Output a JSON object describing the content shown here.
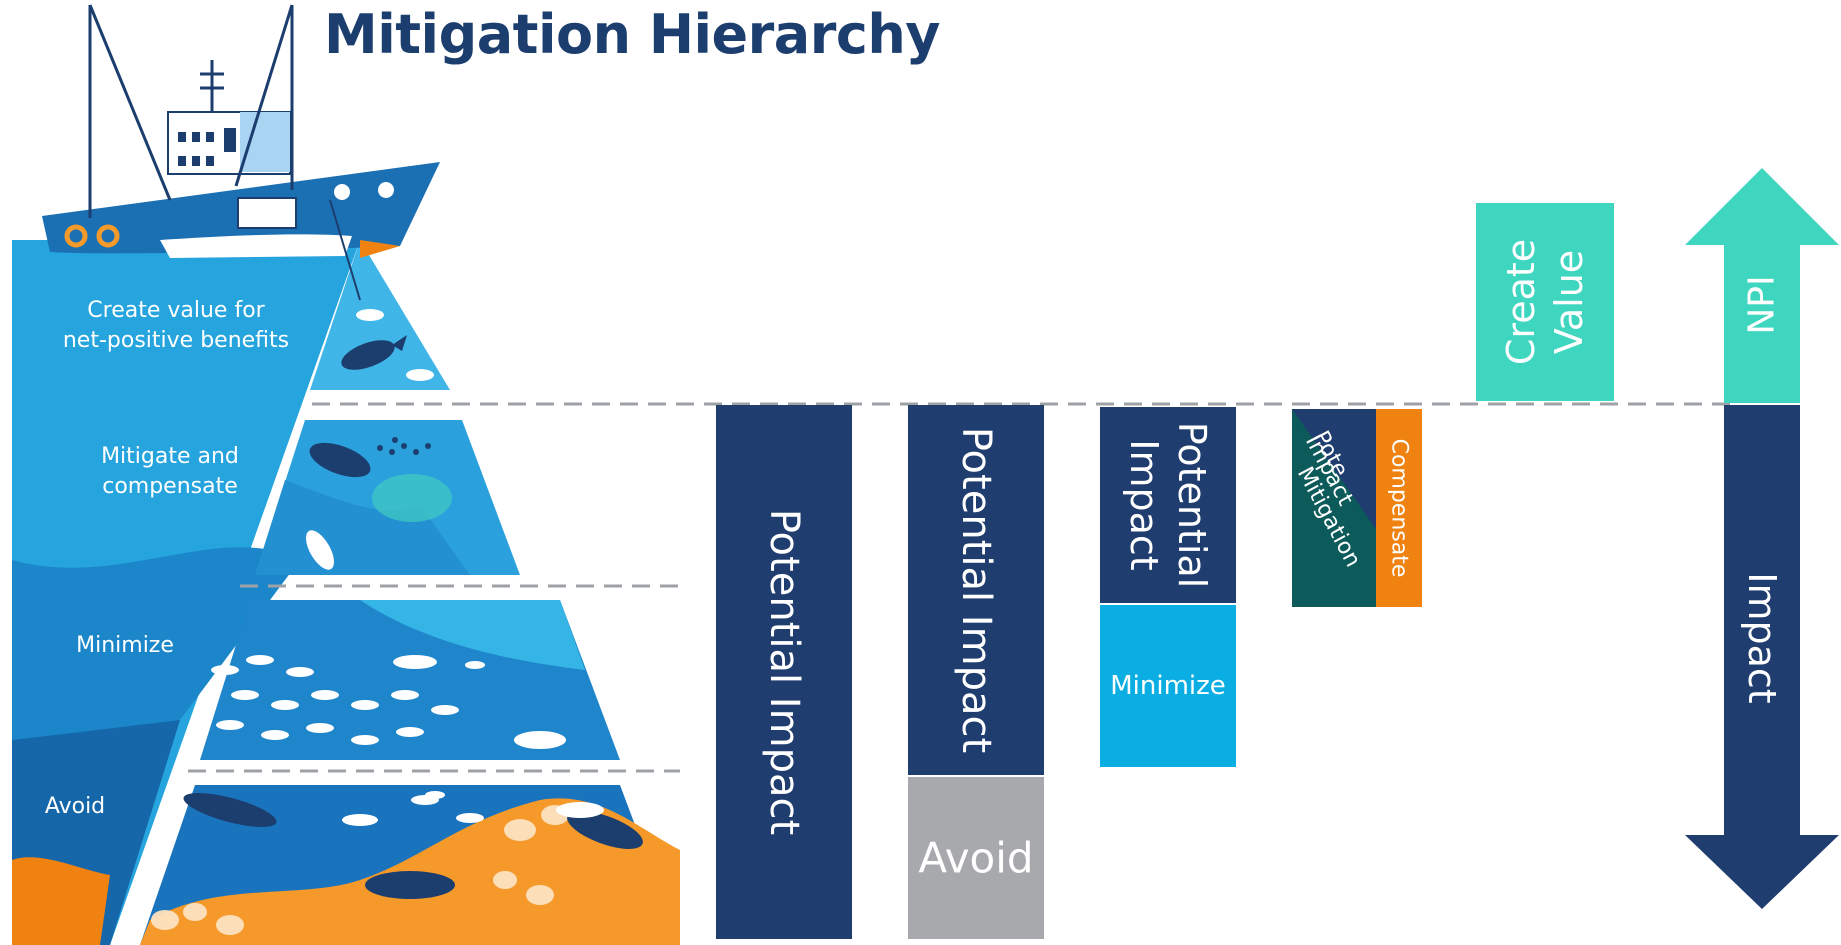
{
  "title": "Mitigation Hierarchy",
  "pyramid": {
    "layers": [
      {
        "line1": "Create value for",
        "line2": "net-positive benefits"
      },
      {
        "line1": "Mitigate and",
        "line2": "compensate"
      },
      {
        "line1": "Minimize",
        "line2": ""
      },
      {
        "line1": "Avoid",
        "line2": ""
      }
    ]
  },
  "bars": {
    "bar1": "Potential Impact",
    "bar2": "Potential Impact",
    "bar2_avoid": "Avoid",
    "bar3_line1": "Potential",
    "bar3_line2": "Impact",
    "bar3_minimize": "Minimize",
    "bar4_line1": "Pote",
    "bar4_line2": "Impact",
    "bar4_mitigation": "Mitigation",
    "bar4_compensate": "Compensate",
    "create_line1": "Create",
    "create_line2": "Value"
  },
  "arrow": {
    "top_label": "NPI",
    "bottom_label": "Impact"
  },
  "colors": {
    "navy": "#1f3d6e",
    "teal": "#3fd6c0",
    "cyan": "#0aaee3",
    "grey": "#a8a9ad",
    "dark_teal": "#0c5a5a",
    "orange": "#f08212",
    "title": "#1c3e6e",
    "sea_light": "#28a8e0",
    "sea_mid": "#1d88cc",
    "sea_deep": "#1566a8",
    "sand": "#f59a2a"
  }
}
